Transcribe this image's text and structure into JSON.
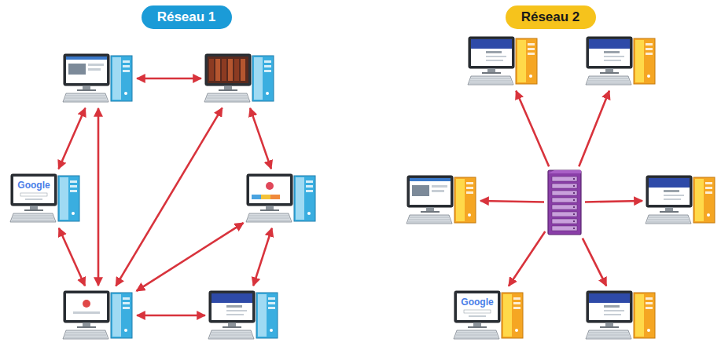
{
  "diagram": {
    "nodes": [
      {
        "text": [
          "Réseau 1"
        ]
      },
      {
        "text": [
          "Réseau 2"
        ]
      },
      {
        "text": []
      },
      {
        "text": []
      },
      {
        "text": [
          "Google"
        ]
      },
      {
        "text": []
      },
      {
        "text": []
      },
      {
        "text": []
      },
      {
        "text": []
      },
      {
        "text": []
      },
      {
        "text": []
      },
      {
        "text": []
      },
      {
        "text": []
      },
      {
        "text": [
          "Google"
        ]
      },
      {
        "text": []
      }
    ],
    "edges": [
      {
        "from": 2,
        "to": 3,
        "arrow": "both"
      },
      {
        "from": 2,
        "to": 4,
        "arrow": "both"
      },
      {
        "from": 2,
        "to": 6,
        "arrow": "both"
      },
      {
        "from": 3,
        "to": 5,
        "arrow": "both"
      },
      {
        "from": 3,
        "to": 6,
        "arrow": "both"
      },
      {
        "from": 4,
        "to": 6,
        "arrow": "both"
      },
      {
        "from": 5,
        "to": 6,
        "arrow": "both"
      },
      {
        "from": 5,
        "to": 7,
        "arrow": "both"
      },
      {
        "from": 6,
        "to": 7,
        "arrow": "both"
      },
      {
        "from": 11,
        "to": 8,
        "arrow": "to"
      },
      {
        "from": 11,
        "to": 9,
        "arrow": "to"
      },
      {
        "from": 11,
        "to": 10,
        "arrow": "to"
      },
      {
        "from": 11,
        "to": 12,
        "arrow": "to"
      },
      {
        "from": 11,
        "to": 13,
        "arrow": "to"
      },
      {
        "from": 11,
        "to": 14,
        "arrow": "to"
      }
    ]
  }
}
